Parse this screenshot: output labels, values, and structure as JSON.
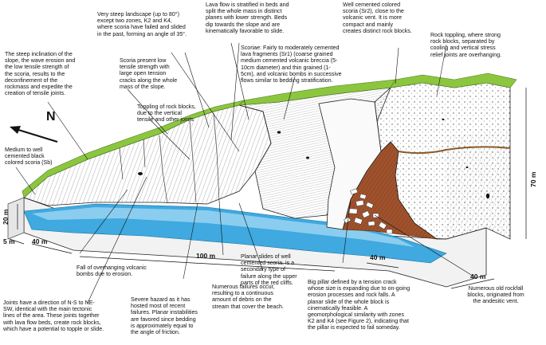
{
  "colors": {
    "vegetation": "#8cc63f",
    "sea": "#3fa9e0",
    "sea_light": "#9fd6f2",
    "red_scoria": "#a0522d",
    "outline": "#222222"
  },
  "north_label": "N",
  "dimensions": {
    "d20": "20 m",
    "d5": "5 m",
    "d40_left": "40 m",
    "d100": "100 m",
    "d40_mid": "40 m",
    "d40_right": "40 m",
    "d70": "70 m"
  },
  "annotations": {
    "steep_slope": "The steep inclination of the\nslope, the wave erosion and\nthe low tensile strength of\nthe scoria, results to the\ndeconfinement of the\nrockmass and expedite the\ncreation of tensile joints.",
    "black_scoria": "Medium to well\ncemented black\ncolored scoria (Sb)",
    "very_steep": "Very steep landscape (up to 80°)\nexcept two zones, K2 and K4,\nwhere scoria have failed and slided\nin the past, forming an angle of 35°.",
    "scoria_tensile": "Scoria present low\ntensile strength with\nlarge open tension\ncracks along the whole\nmass of the slope.",
    "toppling_blocks": "Toppling of rock blocks,\ndue to the vertical\ntensile and other joints",
    "lava_flow": "Lava flow is stratified in beds and\nsplit the whole mass in distinct\nplanes with lower strength. Beds\ndip towards the slope and are\nkinematically favorable to slide.",
    "scoriae_sr1": "Scoriae: Fairly to moderately cemented\nlava fragments (Sr1) (coarse grained\nmedium cemented volcanic breccia (5-\n10cm diameter) and thin grained (1-\n5cm), and volcanic bombs in successive\nflows similar to bedding stratification.",
    "sr2": "Well cemented colored\nscoria (Sr2), close to the\nvolcanic vent. It is more\ncompact and mainly\ncreates distinct rock blocks.",
    "rock_toppling": "Rock toppling, where strong\nrock blocks, separated by\ncooling and vertical stress\nrelief joints are overhanging.",
    "fall_bombs": "Fall of overhanging volcanic\nbombs due to erosion.",
    "joints": "Joints have a direction of N-S to NE-\nSW, identical with the main tectonic\nlines of the area. These joints together\nwith lava flow beds, create rock blocks,\nwhich have a potential to topple or slide.",
    "severe_hazard": "Severe hazard as it has\nhosted most of recent\nfailures. Planar instabilities\nare favored since bedding\nis approximately equal to\nthe angle of friction.",
    "numerous_failures": "Numerous failures occur,\nresulting to a continuous\namount of debris on the\nstream that cover the beach.",
    "planar_slides": "Planar slides of well\ncemented scoria, is a\nsecondary type of\nfailure along the upper\nparts of the red cliffs.",
    "big_pillar": "Big pillar defined by a tension crack\nwhose size is expanding due to on-going\nerosion processes and rock falls. A\nplanar slide of the whole block is\ncinematically feasible. A\ngeomorphological similarity with zones\nK2 and K4 (see Figure 2), indicating that\nthe pillar is expected to fail someday.",
    "rockfall_blocks": "Numerous old rockfall\nblocks, originated from\nthe andesitic vent."
  }
}
